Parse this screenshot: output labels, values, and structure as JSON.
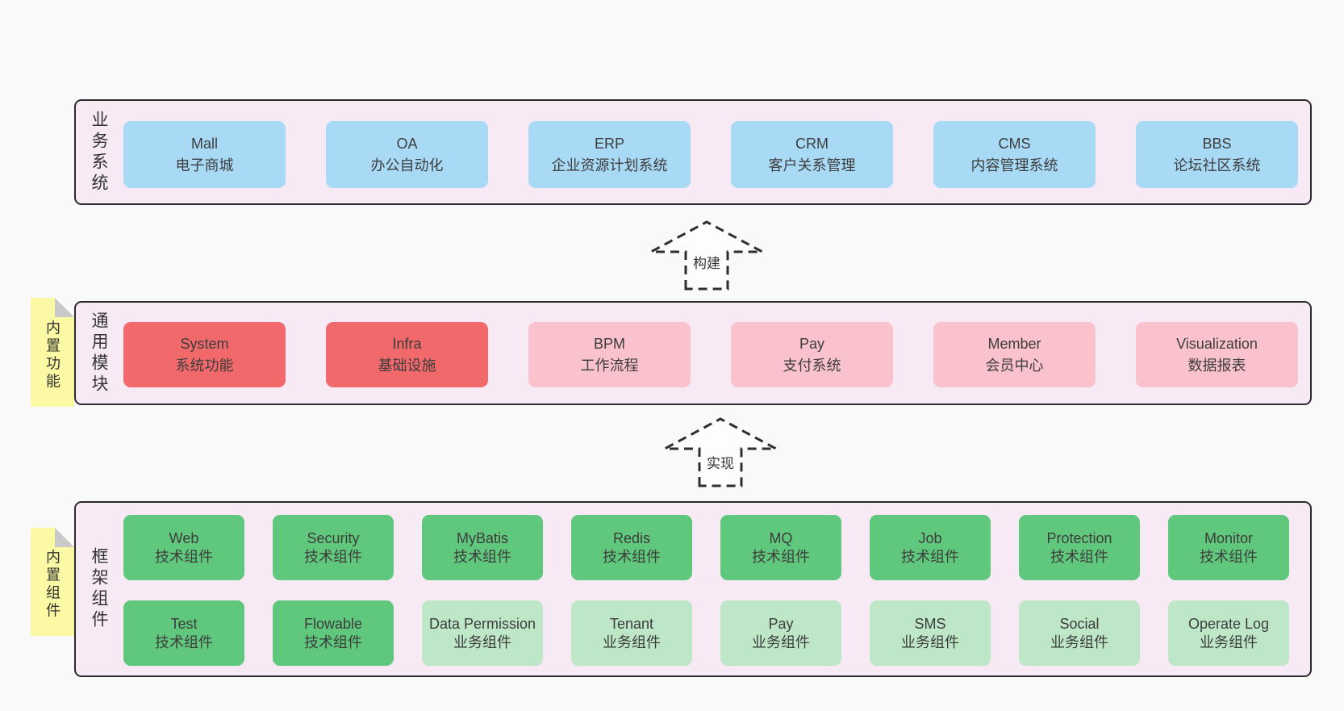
{
  "diagram": {
    "colors": {
      "page-bg": "#f9f9f9",
      "band-bg": "#f7eaf5",
      "band-border": "#2b2b2b",
      "box-blue": "#a9daf5",
      "box-red": "#f2696c",
      "box-pink": "#fac2cd",
      "box-green": "#5fc87c",
      "box-lightgreen": "#bde7c6",
      "note-yellow": "#fbf9a3",
      "note-fold": "#c9c9c9",
      "text": "#3d3d3d",
      "arrow": "#2e2e2e",
      "arrow-fill": "#fdfdfd"
    },
    "bands": [
      {
        "label": "业务系统",
        "boxes": [
          {
            "name": "Mall",
            "sub": "电子商城"
          },
          {
            "name": "OA",
            "sub": "办公自动化"
          },
          {
            "name": "ERP",
            "sub": "企业资源计划系统"
          },
          {
            "name": "CRM",
            "sub": "客户关系管理"
          },
          {
            "name": "CMS",
            "sub": "内容管理系统"
          },
          {
            "name": "BBS",
            "sub": "论坛社区系统"
          }
        ]
      },
      {
        "label": "通用模块",
        "note": "内置功能",
        "boxes": [
          {
            "name": "System",
            "sub": "系统功能"
          },
          {
            "name": "Infra",
            "sub": "基础设施"
          },
          {
            "name": "BPM",
            "sub": "工作流程"
          },
          {
            "name": "Pay",
            "sub": "支付系统"
          },
          {
            "name": "Member",
            "sub": "会员中心"
          },
          {
            "name": "Visualization",
            "sub": "数据报表"
          }
        ]
      },
      {
        "label": "框架组件",
        "note": "内置组件",
        "rows": [
          {
            "boxes": [
              {
                "name": "Web",
                "sub": "技术组件"
              },
              {
                "name": "Security",
                "sub": "技术组件"
              },
              {
                "name": "MyBatis",
                "sub": "技术组件"
              },
              {
                "name": "Redis",
                "sub": "技术组件"
              },
              {
                "name": "MQ",
                "sub": "技术组件"
              },
              {
                "name": "Job",
                "sub": "技术组件"
              },
              {
                "name": "Protection",
                "sub": "技术组件"
              },
              {
                "name": "Monitor",
                "sub": "技术组件"
              }
            ]
          },
          {
            "boxes": [
              {
                "name": "Test",
                "sub": "技术组件"
              },
              {
                "name": "Flowable",
                "sub": "技术组件"
              },
              {
                "name": "Data Permission",
                "sub": "业务组件"
              },
              {
                "name": "Tenant",
                "sub": "业务组件"
              },
              {
                "name": "Pay",
                "sub": "业务组件"
              },
              {
                "name": "SMS",
                "sub": "业务组件"
              },
              {
                "name": "Social",
                "sub": "业务组件"
              },
              {
                "name": "Operate Log",
                "sub": "业务组件"
              }
            ]
          }
        ]
      }
    ],
    "arrows": [
      {
        "label": "构建"
      },
      {
        "label": "实现"
      }
    ]
  }
}
